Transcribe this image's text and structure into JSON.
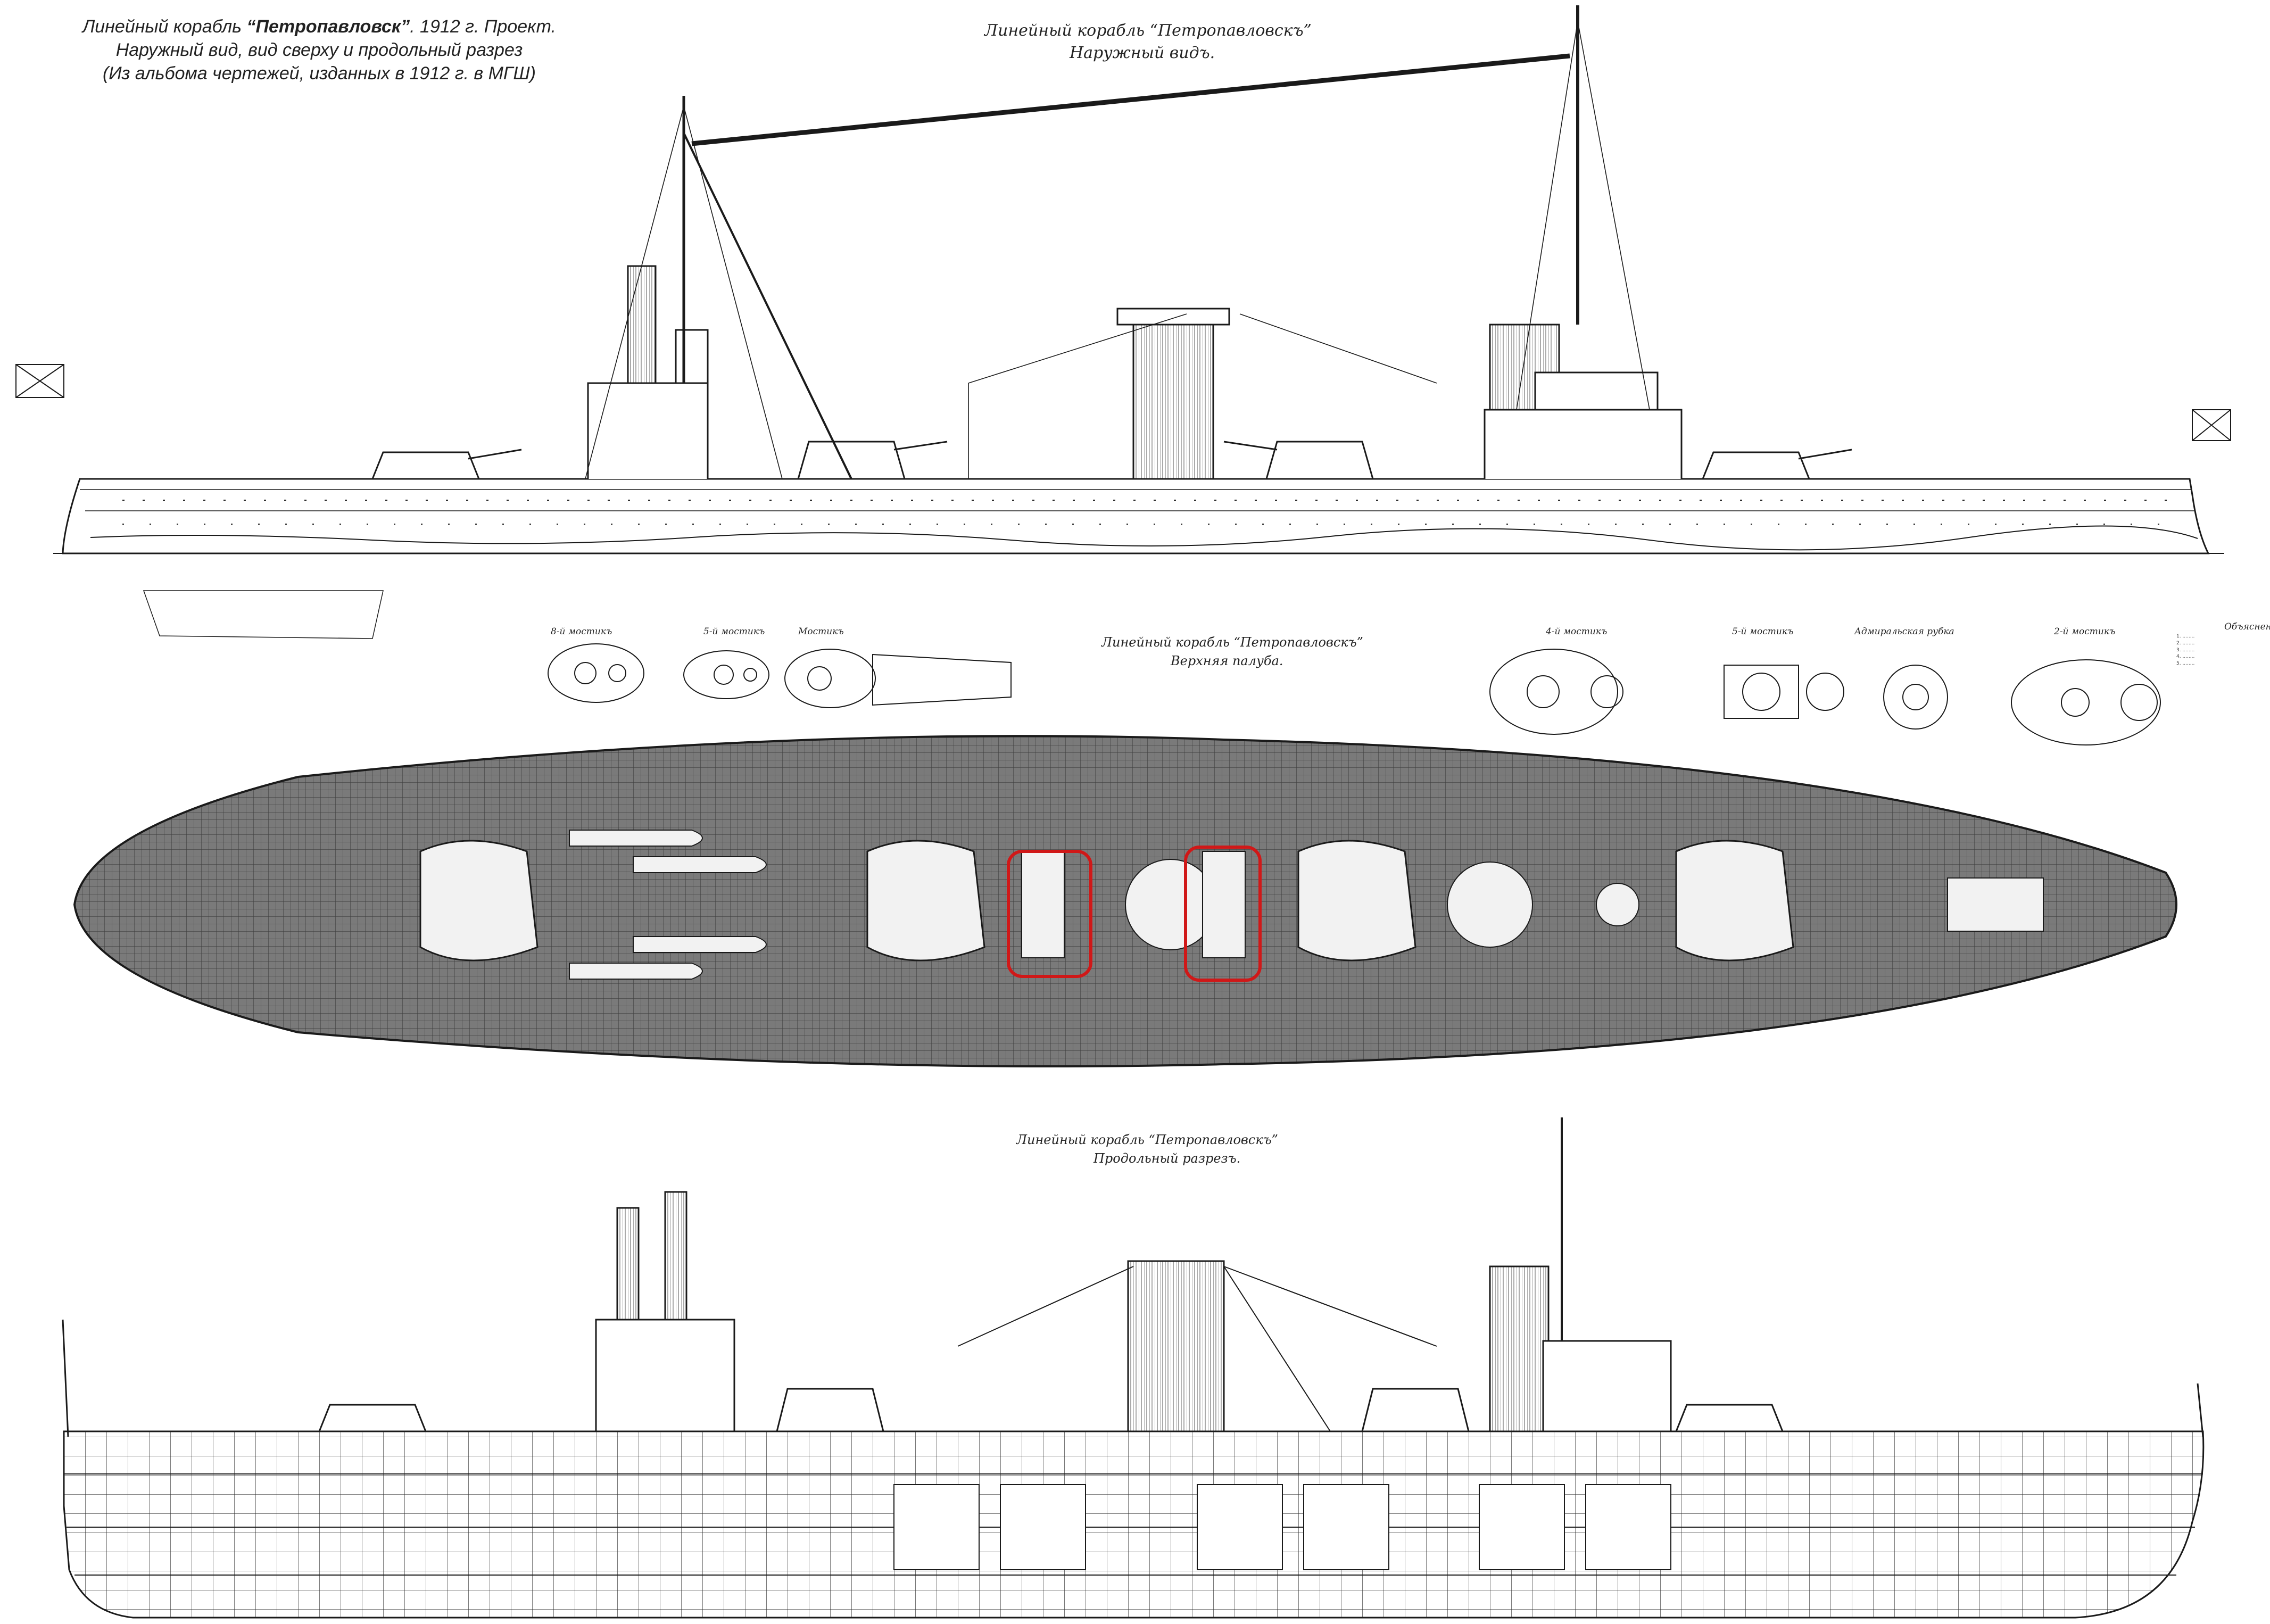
{
  "caption": {
    "line1_prefix": "Линейный корабль ",
    "line1_name": "“Петропавловск”",
    "line1_suffix": ". 1912 г. Проект.",
    "line2": "Наружный вид, вид сверху и продольный разрез",
    "line3": "(Из альбома чертежей, изданных в 1912 г. в МГШ)"
  },
  "sheet_exterior": {
    "title": "Линейный корабль “Петропавловскъ”",
    "subtitle": "Наружный видъ."
  },
  "sheet_top": {
    "title": "Линейный корабль “Петропавловскъ”",
    "subtitle": "Верхняя палуба."
  },
  "sheet_section": {
    "title": "Линейный корабль “Петропавловскъ”",
    "subtitle": "Продольный разрезъ."
  },
  "detail_labels": {
    "bridge_a": "8-й мостикъ",
    "bridge_b": "5-й мостикъ",
    "bridge_c": "Мостикъ",
    "bridge_d": "4-й мостикъ",
    "bridge_e": "5-й мостикъ",
    "admiral_cabin": "Адмиральская рубка",
    "bridge_f": "2-й мостикъ"
  },
  "legend_title": "Объясненія",
  "colors": {
    "ink": "#1a1a1a",
    "deck_shade": "#6f6f6f",
    "highlight": "#d01818",
    "paper": "#ffffff"
  }
}
